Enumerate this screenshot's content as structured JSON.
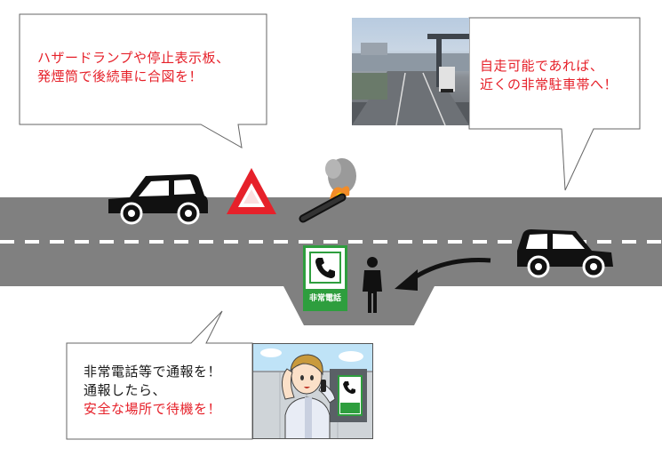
{
  "callouts": {
    "top_left": {
      "line1": "ハザードランプや停止表示板、",
      "line2": "発煙筒で後続車に合図を！"
    },
    "top_right": {
      "line1": "自走可能であれば、",
      "line2": "近くの非常駐車帯へ！"
    },
    "bottom_left": {
      "line1": "非常電話等で通報を！",
      "line2": "通報したら、",
      "line3": "安全な場所で待機を！"
    }
  },
  "emergency_phone": {
    "label": "非常電話"
  },
  "colors": {
    "warning_text": "#e6212a",
    "road": "#808080",
    "phone_green": "#2e9e3e",
    "triangle_red": "#e6212a"
  },
  "icons": [
    "car-icon",
    "warning-triangle-icon",
    "flare-icon",
    "emergency-phone-icon",
    "person-icon",
    "arrow-icon",
    "phone-icon"
  ]
}
